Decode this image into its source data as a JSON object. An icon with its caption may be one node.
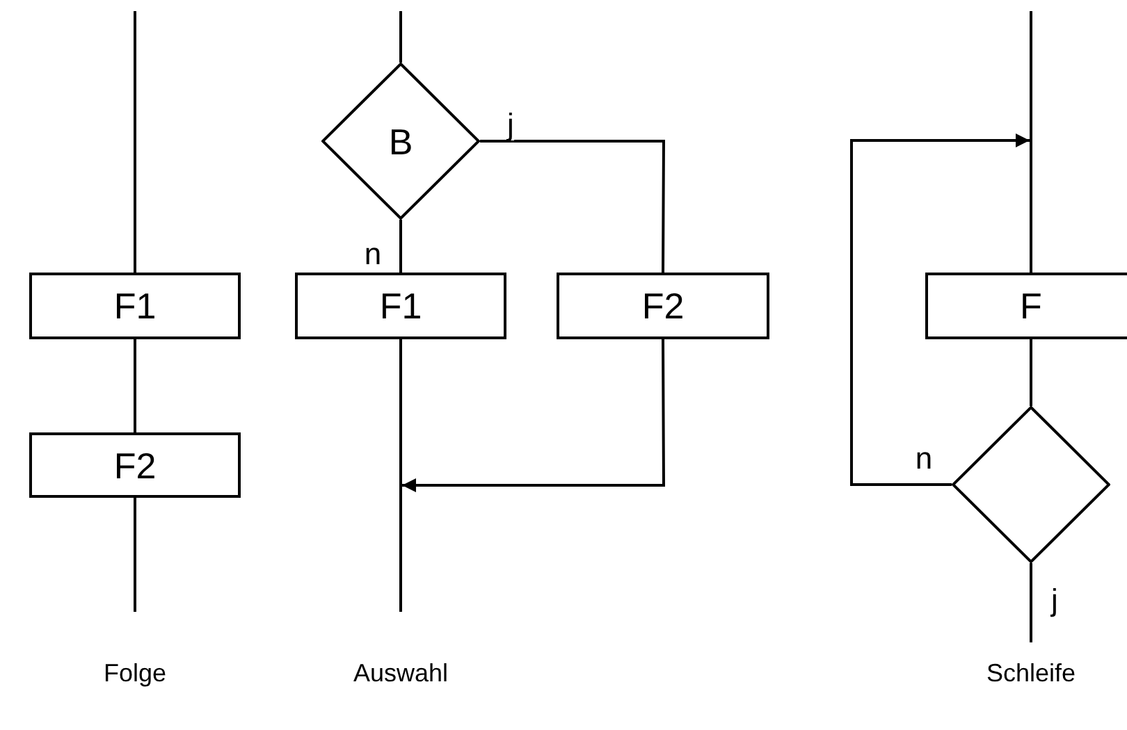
{
  "diagram": {
    "nodes": [
      {
        "text": [
          "F1"
        ]
      },
      {
        "text": [
          "F2"
        ]
      },
      {
        "text": [
          "B"
        ]
      },
      {
        "text": [
          "F1"
        ]
      },
      {
        "text": [
          "F2"
        ]
      },
      {
        "text": [
          "F"
        ]
      },
      {
        "text": [],
        "shape": "diamond"
      }
    ],
    "edges": [
      {
        "from": null,
        "to": 0,
        "arrow": "none"
      },
      {
        "from": 0,
        "to": 1,
        "arrow": "none"
      },
      {
        "from": 1,
        "to": null,
        "arrow": "none"
      },
      {
        "from": null,
        "to": 2,
        "arrow": "none"
      },
      {
        "from": 2,
        "to": 3,
        "arrow": "none",
        "label": "n"
      },
      {
        "from": 2,
        "to": 4,
        "arrow": "none",
        "label": "j"
      },
      {
        "from": 3,
        "to": null,
        "arrow": "none"
      },
      {
        "from": 4,
        "to": null,
        "arrow": "to"
      },
      {
        "from": null,
        "to": 5,
        "arrow": "none"
      },
      {
        "from": 5,
        "to": 6,
        "arrow": "none"
      },
      {
        "from": 6,
        "to": null,
        "arrow": "none",
        "label": "j"
      },
      {
        "from": 6,
        "to": null,
        "arrow": "to",
        "label": "n"
      }
    ],
    "labels": [
      "Folge",
      "Auswahl",
      "Schleife"
    ]
  }
}
